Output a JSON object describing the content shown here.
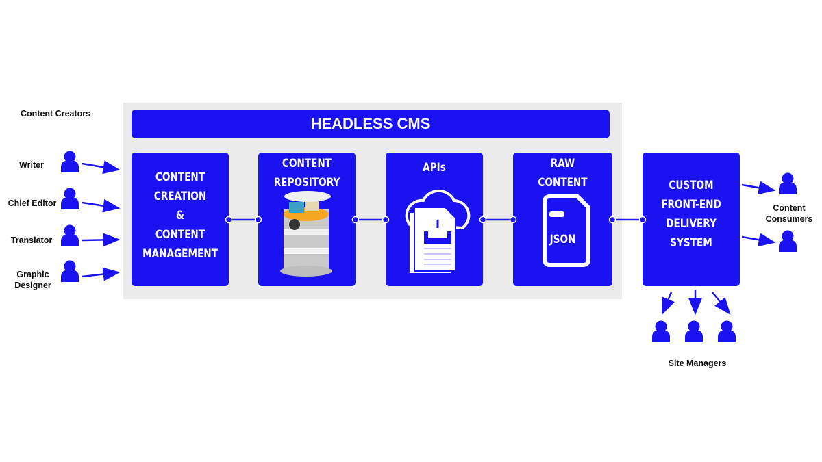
{
  "title": "HEADLESS CMS",
  "creators": {
    "heading": "Content Creators",
    "roles": [
      "Writer",
      "Chief Editor",
      "Translator",
      "Graphic Designer"
    ]
  },
  "boxes": [
    {
      "label": "CONTENT CREATION & CONTENT MANAGEMENT",
      "lines": [
        "CONTENT",
        "CREATION",
        "&",
        "CONTENT",
        "MANAGEMENT"
      ]
    },
    {
      "label": "CONTENT REPOSITORY",
      "lines": [
        "CONTENT",
        "REPOSITORY"
      ],
      "icon": "database-icon"
    },
    {
      "label": "APIs",
      "lines": [
        "APIs"
      ],
      "icon": "cloud-document-icon"
    },
    {
      "label": "RAW CONTENT",
      "lines": [
        "RAW",
        "CONTENT"
      ],
      "icon": "json-file-icon",
      "icon_text": "JSON"
    },
    {
      "label": "CUSTOM FRONT-END DELIVERY SYSTEM",
      "lines": [
        "CUSTOM",
        "FRONT-END",
        "DELIVERY",
        "SYSTEM"
      ]
    }
  ],
  "consumers": {
    "label_line1": "Content",
    "label_line2": "Consumers"
  },
  "site_managers": {
    "label": "Site Managers"
  },
  "colors": {
    "primary": "#1a12f0",
    "panel": "#ebebeb"
  }
}
